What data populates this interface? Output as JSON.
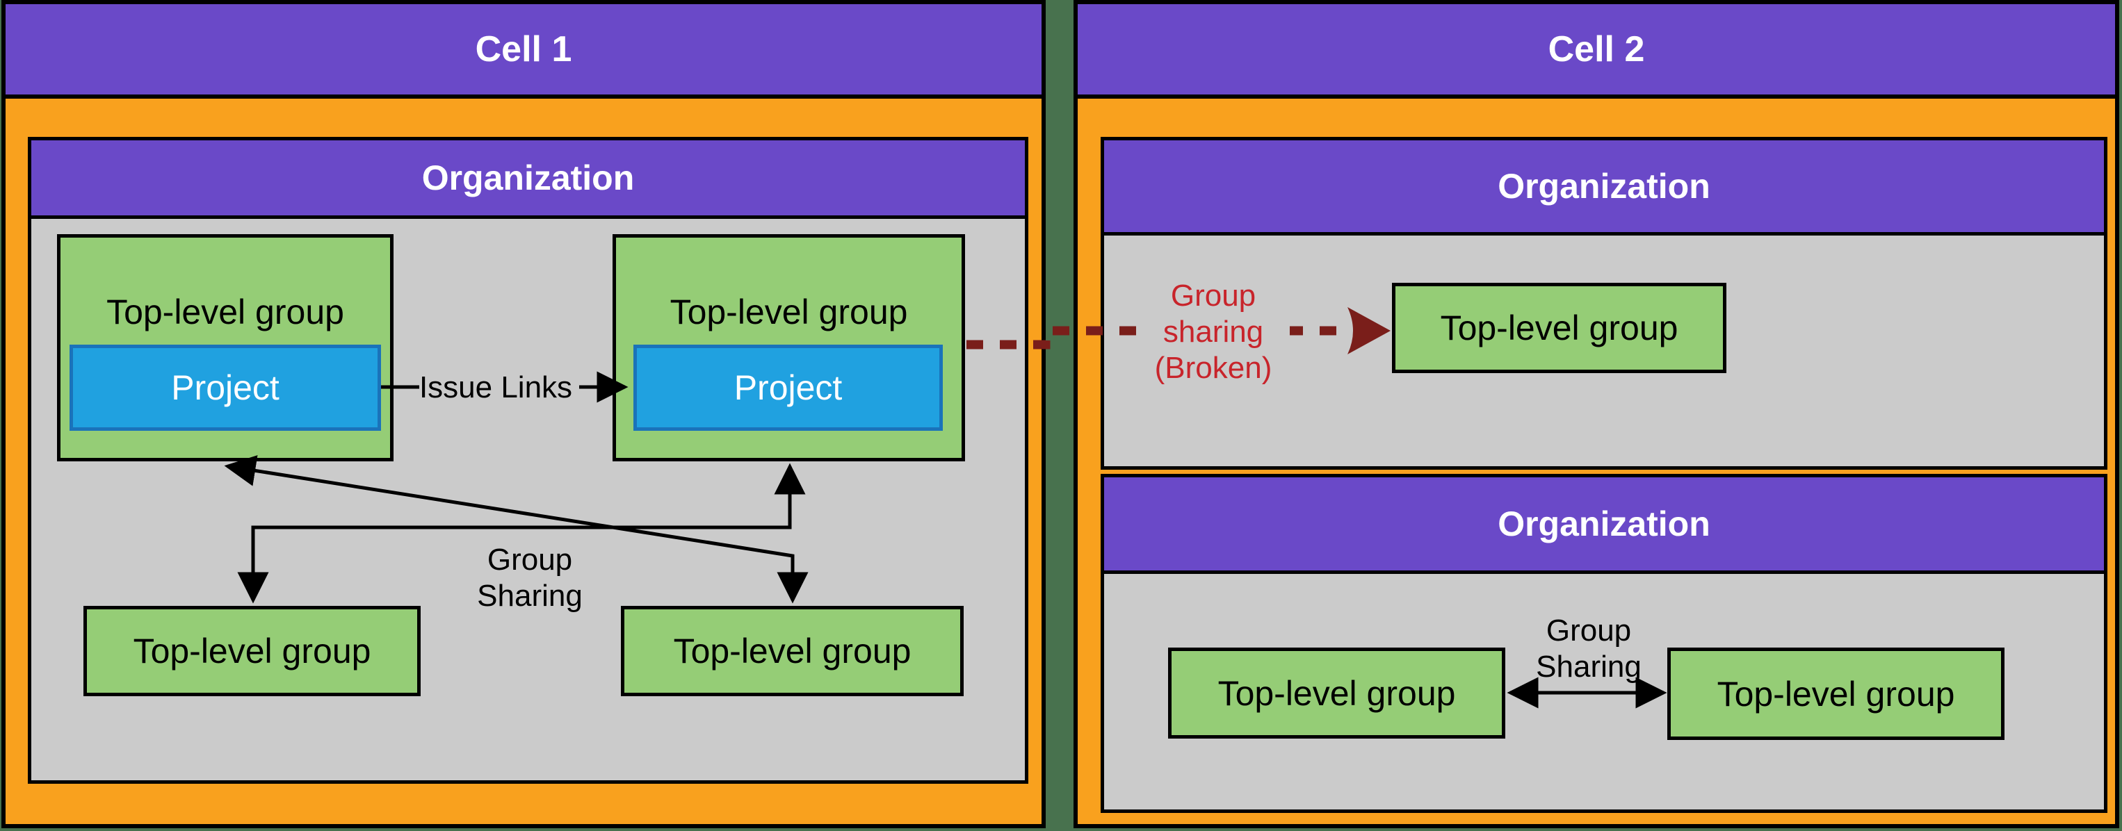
{
  "colors": {
    "background_green": "#48724E",
    "cell_orange": "#F9A11E",
    "header_purple": "#6A49C8",
    "org_body_gray": "#CBCBCB",
    "group_green": "#95CD76",
    "project_blue": "#20A1E0",
    "project_blue_border": "#1A73BA",
    "broken_text_red": "#C8242B",
    "broken_arrow_dark_red": "#7A1E1A",
    "line_black": "#000000"
  },
  "cell1": {
    "title": "Cell 1",
    "organization": {
      "title": "Organization",
      "groups": {
        "top_left": {
          "label": "Top-level group",
          "project": {
            "label": "Project"
          }
        },
        "top_right": {
          "label": "Top-level group",
          "project": {
            "label": "Project"
          }
        },
        "bottom_left": {
          "label": "Top-level group"
        },
        "bottom_right": {
          "label": "Top-level group"
        }
      },
      "labels": {
        "issue_links": "Issue Links",
        "group_sharing_line1": "Group",
        "group_sharing_line2": "Sharing"
      }
    }
  },
  "cell2": {
    "title": "Cell 2",
    "organization_top": {
      "title": "Organization",
      "group": {
        "label": "Top-level group"
      },
      "broken_sharing": {
        "line1": "Group",
        "line2": "sharing",
        "line3": "(Broken)"
      }
    },
    "organization_bottom": {
      "title": "Organization",
      "group_left": {
        "label": "Top-level group"
      },
      "group_right": {
        "label": "Top-level group"
      },
      "labels": {
        "group_sharing_line1": "Group",
        "group_sharing_line2": "Sharing"
      }
    }
  }
}
